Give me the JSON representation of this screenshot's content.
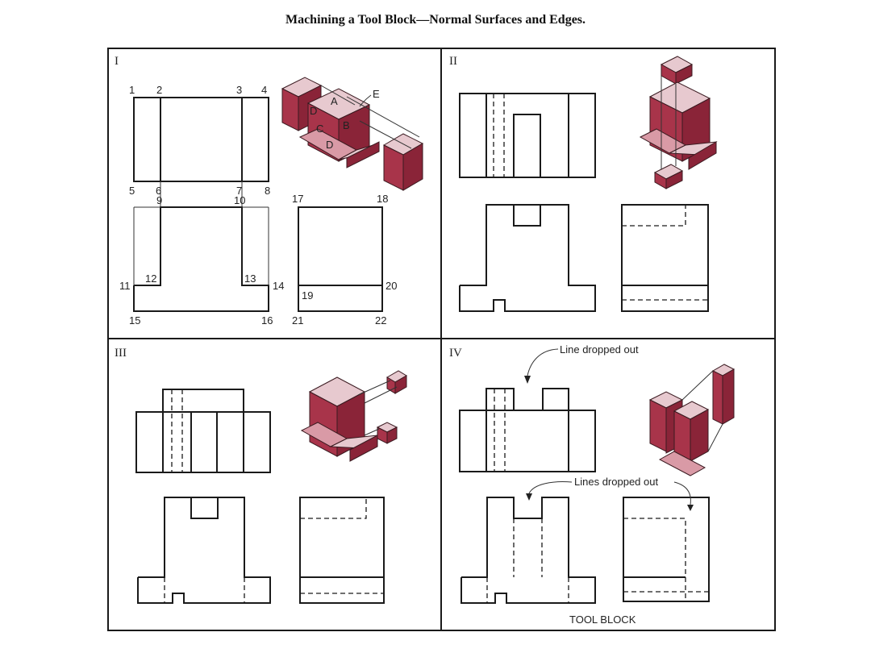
{
  "title": "Machining a Tool Block—Normal Surfaces and Edges.",
  "panels": {
    "p1": {
      "numeral": "I",
      "labels": {
        "n1": "1",
        "n2": "2",
        "n3": "3",
        "n4": "4",
        "n5": "5",
        "n6": "6",
        "n7": "7",
        "n8": "8",
        "n9": "9",
        "n10": "10",
        "n11": "11",
        "n12": "12",
        "n13": "13",
        "n14": "14",
        "n15": "15",
        "n16": "16",
        "n17": "17",
        "n18": "18",
        "n19": "19",
        "n20": "20",
        "n21": "21",
        "n22": "22",
        "a": "A",
        "b": "B",
        "c": "C",
        "d": "D",
        "d2": "D",
        "e": "E"
      }
    },
    "p2": {
      "numeral": "II"
    },
    "p3": {
      "numeral": "III"
    },
    "p4": {
      "numeral": "IV",
      "note_line": "Line dropped out",
      "note_lines": "Lines dropped out",
      "caption": "TOOL BLOCK"
    }
  },
  "colors": {
    "iso_top": "#e7c9cf",
    "iso_left": "#a8344a",
    "iso_right": "#8a2438",
    "line": "#1a1a1a"
  }
}
